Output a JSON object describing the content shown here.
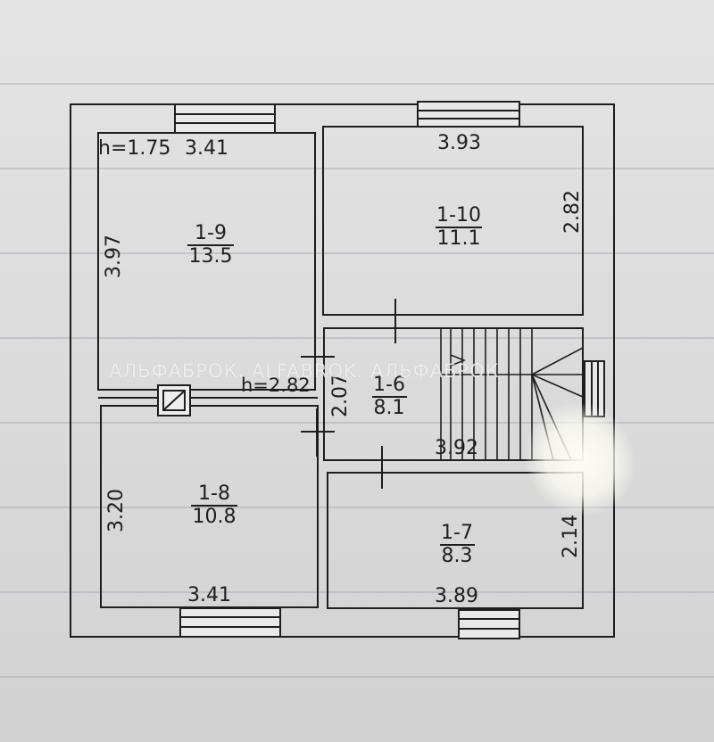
{
  "plan": {
    "ceiling_height": "h=1.75",
    "rooms": [
      {
        "id": "room-1-9",
        "number": "1-9",
        "area": "13.5",
        "width": "3.41",
        "depth": "3.97"
      },
      {
        "id": "room-1-10",
        "number": "1-10",
        "area": "11.1",
        "width": "3.93",
        "depth": "2.82"
      },
      {
        "id": "room-1-6",
        "number": "1-6",
        "area": "8.1",
        "width": "3.92",
        "depth": "2.07"
      },
      {
        "id": "room-1-8",
        "number": "1-8",
        "area": "10.8",
        "width": "3.41",
        "depth": "3.20"
      },
      {
        "id": "room-1-7",
        "number": "1-7",
        "area": "8.3",
        "width": "3.89",
        "depth": "2.14"
      }
    ],
    "hall_height": "h=2.82"
  },
  "watermark": "АЛЬФАБРОК. ALFABROK. АЛЬФАБРОК"
}
